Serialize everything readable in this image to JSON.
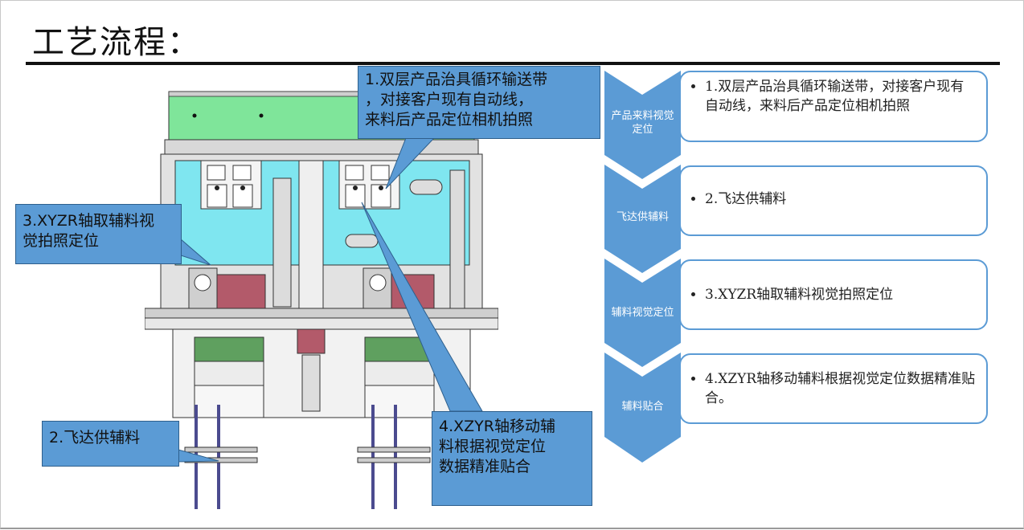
{
  "slide": {
    "title": "工艺流程："
  },
  "callouts": {
    "top": [
      "1.双层产品治具循环输送带",
      "，对接客户现有自动线，",
      "来料后产品定位相机拍照"
    ],
    "left": [
      "3.XYZR轴取辅料视",
      "觉拍照定位"
    ],
    "bottom_left": [
      "2.飞达供辅料"
    ],
    "bottom_right": [
      "4.XZYR轴移动辅",
      "料根据视觉定位",
      "数据精准贴合"
    ]
  },
  "flow": {
    "accent_color": "#5b9bd5",
    "steps": [
      {
        "label": [
          "产品来料视觉",
          "定位"
        ],
        "text": "1.双层产品治具循环输送带，对接客户现有自动线，来料后产品定位相机拍照"
      },
      {
        "label": [
          "飞达供辅料"
        ],
        "text": "2.飞达供辅料"
      },
      {
        "label": [
          "辅料视觉定位"
        ],
        "text": "3.XYZR轴取辅料视觉拍照定位"
      },
      {
        "label": [
          "辅料贴合"
        ],
        "text": "4.XZYR轴移动辅料根据视觉定位数据精准贴合。"
      }
    ]
  }
}
